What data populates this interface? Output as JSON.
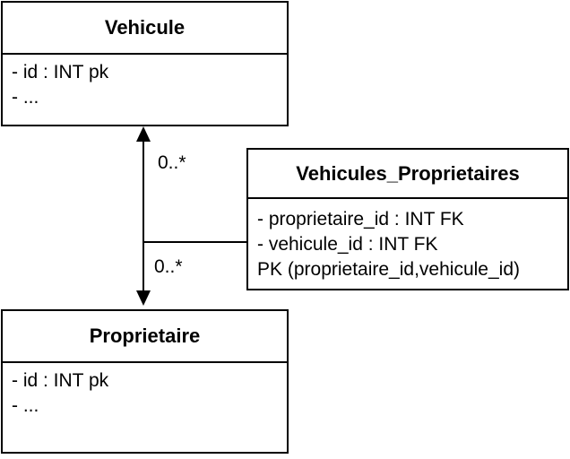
{
  "diagram": {
    "classes": {
      "vehicule": {
        "name": "Vehicule",
        "attributes": [
          "- id : INT pk",
          "- ..."
        ]
      },
      "proprietaire": {
        "name": "Proprietaire",
        "attributes": [
          "- id : INT pk",
          "- ..."
        ]
      },
      "association": {
        "name": "Vehicules_Proprietaires",
        "attributes": [
          "- proprietaire_id : INT FK",
          "- vehicule_id : INT FK",
          "PK (proprietaire_id,vehicule_id)"
        ]
      }
    },
    "multiplicities": {
      "vehicule_end": "0..*",
      "proprietaire_end": "0..*"
    }
  }
}
